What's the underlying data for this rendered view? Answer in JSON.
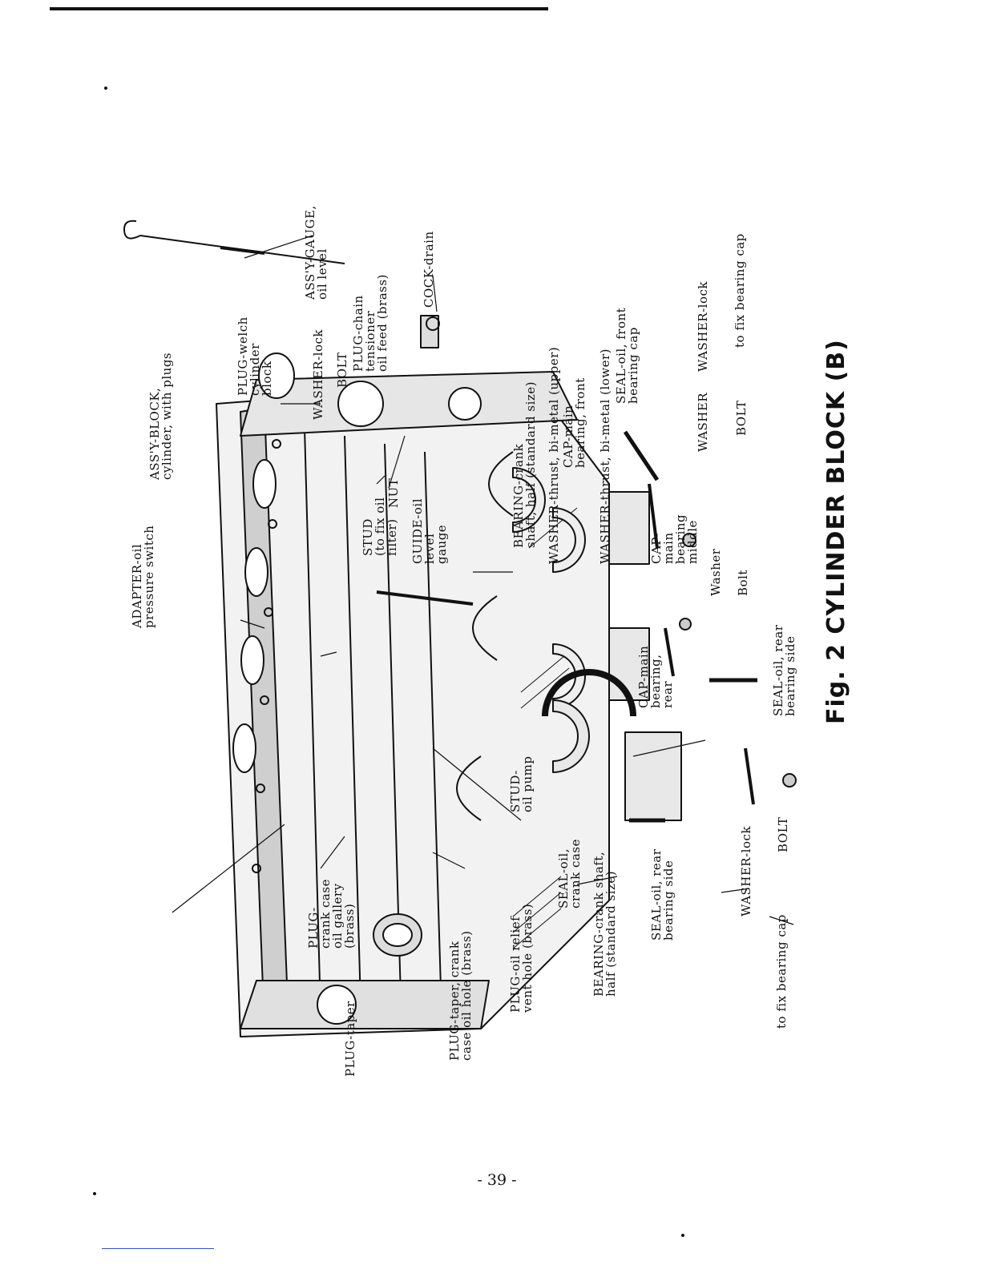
{
  "figure": {
    "title": "Fig. 2 CYLINDER BLOCK (B)",
    "page_number": "- 39 -"
  },
  "labels": {
    "gauge": [
      "ASS'Y-GAUGE,",
      "oil level"
    ],
    "cock": [
      "COCK-drain"
    ],
    "bearing_upper": [
      "BEARING-crank",
      "shaft, half (standard size)"
    ],
    "washer_thrust_upper": [
      "WASHER-thrust, bi-metal (upper)"
    ],
    "washer_thrust_lower": [
      "WASHER-thrust, bi-metal (lower)"
    ],
    "cap_front": [
      "CAP-main",
      "bearing, front"
    ],
    "seal_front": [
      "SEAL-oil, front",
      "bearing cap"
    ],
    "fix_cap_top": [
      "to fix bearing cap"
    ],
    "washer_lock_top": [
      "WASHER-lock"
    ],
    "washer_top": [
      "WASHER"
    ],
    "bolt_top": [
      "BOLT"
    ],
    "plug_chain": [
      "PLUG-chain",
      "tensioner",
      "oil feed (brass)"
    ],
    "washer_lock_mid": [
      "WASHER-lock"
    ],
    "plug_welch": [
      "PLUG-welch",
      "cylinder",
      "block"
    ],
    "bolt_mid": [
      "BOLT"
    ],
    "block": [
      "ASS'Y-BLOCK,",
      "cylinder, with plugs"
    ],
    "stud_filter": [
      "STUD",
      "(to fix oil",
      "filter)"
    ],
    "nut": [
      "NUT"
    ],
    "guide": [
      "GUIDE-oil",
      "level",
      "gauge"
    ],
    "adapter": [
      "ADAPTER-oil",
      "pressure switch"
    ],
    "cap_middle": [
      "CAP-",
      "main",
      "bearing",
      "middle"
    ],
    "washer_small": [
      "Washer"
    ],
    "bolt_small": [
      "Bolt"
    ],
    "seal_rear_cap": [
      "SEAL-oil, rear",
      "bearing side"
    ],
    "cap_rear": [
      "CAP-main",
      "bearing,",
      "rear"
    ],
    "stud_pump": [
      "STUD-",
      "oil pump"
    ],
    "plug_gallery": [
      "PLUG-",
      "crank case",
      "oil gallery",
      "(brass)"
    ],
    "plug_taper_case": [
      "PLUG-taper, crank",
      "case oil hole (brass)"
    ],
    "plug_relief": [
      "PLUG-oil relief",
      "vent hole (brass)"
    ],
    "seal_crank": [
      "SEAL-oil,",
      "crank case"
    ],
    "bearing_lower": [
      "BEARING-crank shaft,",
      "half (standard size)"
    ],
    "seal_rear_side": [
      "SEAL-oil, rear",
      "bearing side"
    ],
    "washer_lock_bottom": [
      "WASHER-lock"
    ],
    "bolt_bottom": [
      "BOLT"
    ],
    "fix_cap_bottom": [
      "to fix bearing cap"
    ],
    "plug_taper": [
      "PLUG-taper"
    ]
  }
}
